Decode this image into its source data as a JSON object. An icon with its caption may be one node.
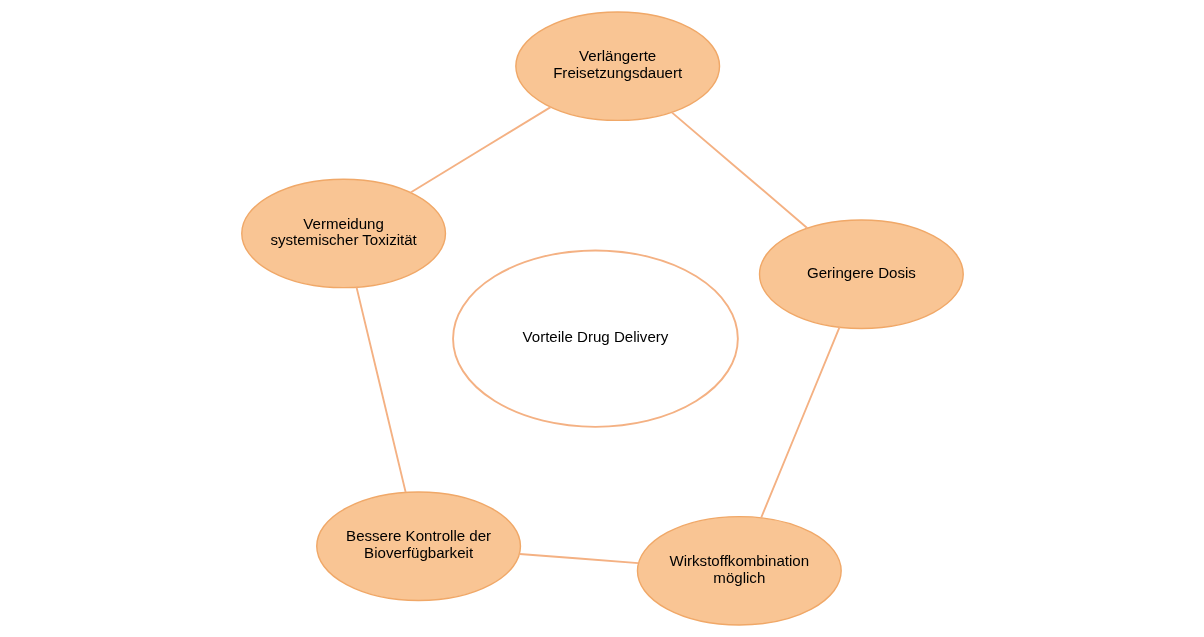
{
  "diagram": {
    "nodes": [
      {
        "text": [
          "Geringere Dosis"
        ]
      },
      {
        "text": [
          "Verlängerte Freisetzungsdauert"
        ]
      },
      {
        "text": [
          "Wirkstoffkombination möglich"
        ]
      },
      {
        "text": [
          "Vorteile Drug Delivery"
        ]
      },
      {
        "text": [
          "Vermeidung systemischer Toxizität"
        ]
      },
      {
        "text": [
          "Bessere Kontrolle der Bioverfügbarkeit"
        ]
      }
    ],
    "edges": [
      {
        "from": 0,
        "to": 2,
        "arrow": "none"
      },
      {
        "from": 2,
        "to": 5,
        "arrow": "none"
      },
      {
        "from": 5,
        "to": 4,
        "arrow": "none"
      },
      {
        "from": 4,
        "to": 1,
        "arrow": "none"
      },
      {
        "from": 1,
        "to": 0,
        "arrow": "none"
      }
    ]
  }
}
